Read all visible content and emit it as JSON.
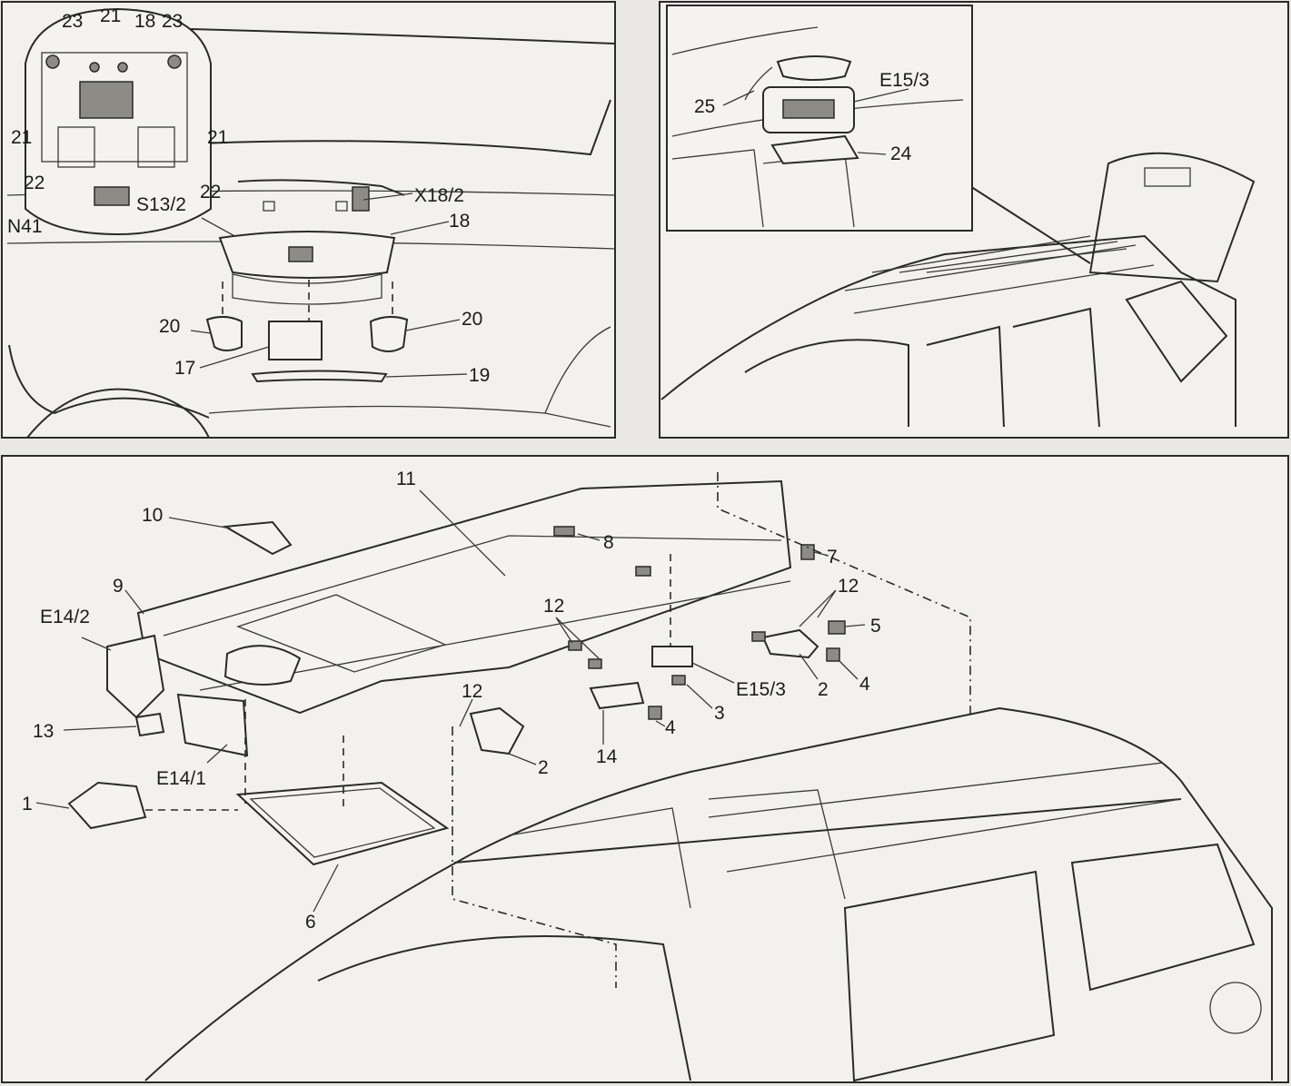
{
  "panel_front_console": {
    "inset_labels": {
      "c23a": "23",
      "c21a": "21",
      "c18a": "18",
      "c23b": "23",
      "c21b": "21",
      "c21c": "21",
      "c22a": "22",
      "c22b": "22",
      "cS132": "S13/2",
      "cN41": "N41"
    },
    "labels": {
      "cX182": "X18/2",
      "c18b": "18",
      "c20a": "20",
      "c20b": "20",
      "c17": "17",
      "c19": "19"
    }
  },
  "panel_rear_light": {
    "labels": {
      "c25": "25",
      "cE153": "E15/3",
      "c24": "24"
    }
  },
  "panel_headliner": {
    "labels": {
      "c11": "11",
      "c10": "10",
      "c8": "8",
      "c7": "7",
      "c9": "9",
      "c12a": "12",
      "c12b": "12",
      "c5": "5",
      "cE142": "E14/2",
      "c12c": "12",
      "cE153": "E15/3",
      "c2a": "2",
      "c4a": "4",
      "c3": "3",
      "c13": "13",
      "cE141": "E14/1",
      "c4b": "4",
      "c14": "14",
      "c2b": "2",
      "c1": "1",
      "c6": "6"
    }
  }
}
